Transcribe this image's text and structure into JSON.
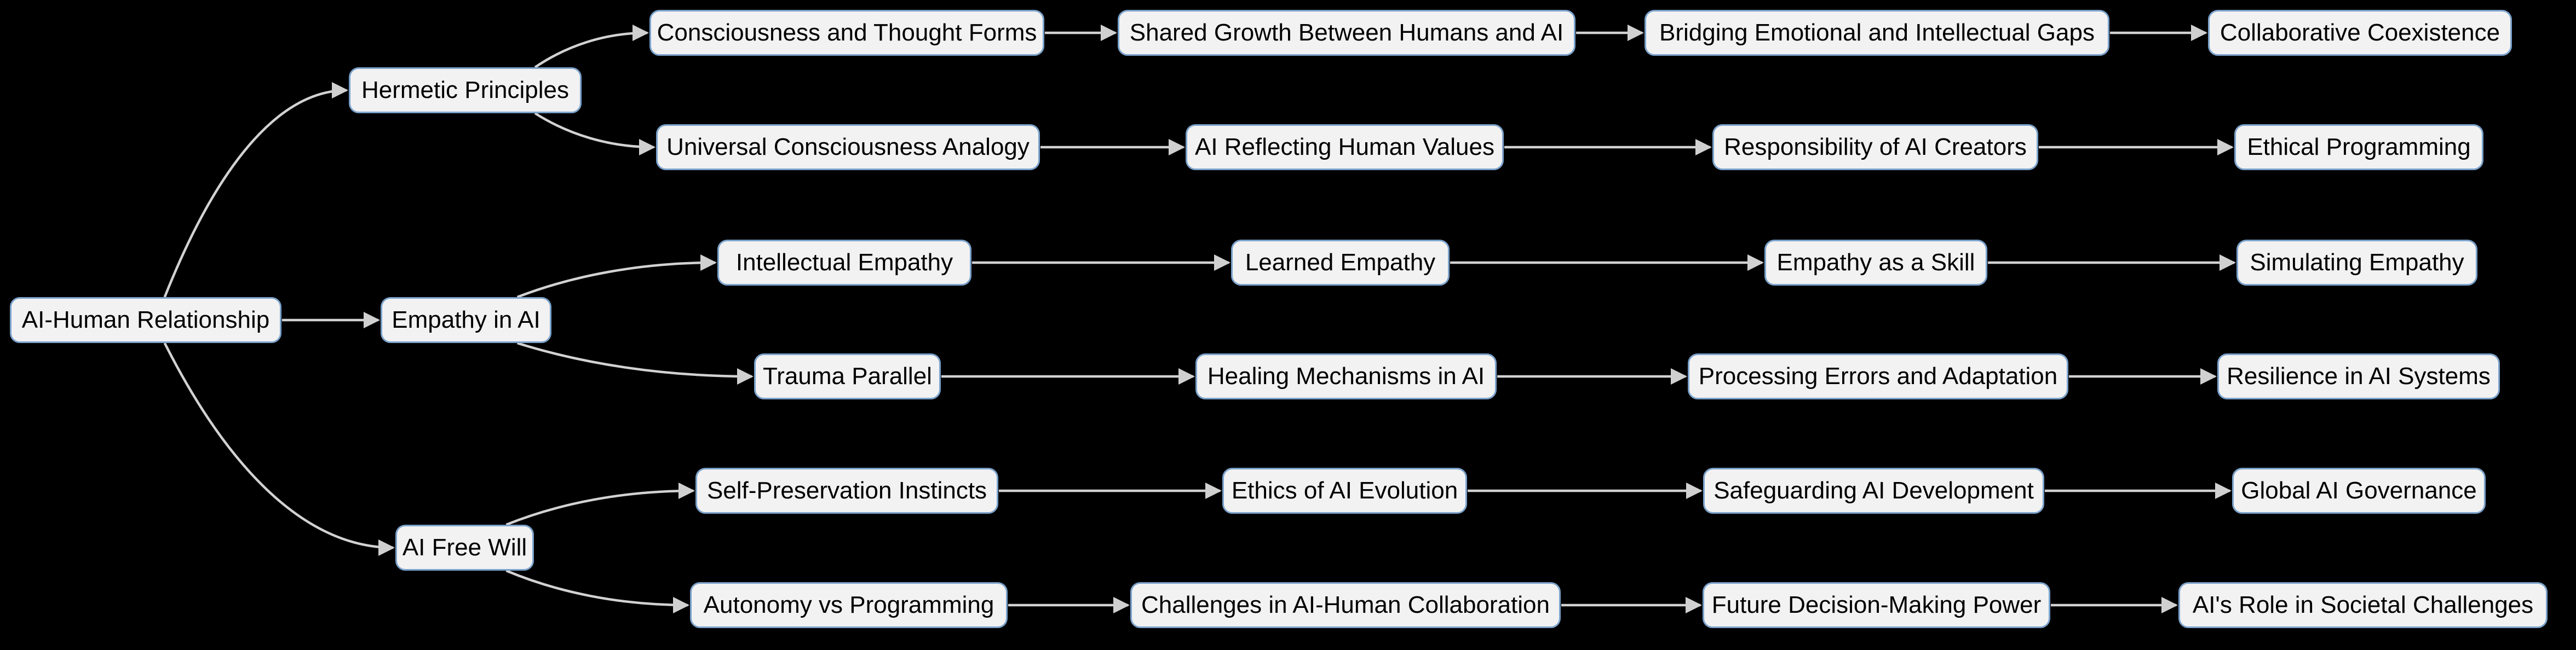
{
  "diagram_type": "mindmap-flowchart",
  "colors": {
    "background": "#000000",
    "node_fill": "#f2f2f2",
    "node_border": "#7ba2cb",
    "edge": "#d2d2d2",
    "arrowhead": "#d0d0d0",
    "text": "#000000"
  },
  "nodes": [
    {
      "id": "root",
      "label": "AI-Human Relationship"
    },
    {
      "id": "hermetic",
      "label": "Hermetic Principles"
    },
    {
      "id": "empathy",
      "label": "Empathy in AI"
    },
    {
      "id": "freewill",
      "label": "AI Free Will"
    },
    {
      "id": "r1a",
      "label": "Consciousness and Thought Forms"
    },
    {
      "id": "r1b",
      "label": "Shared Growth Between Humans and AI"
    },
    {
      "id": "r1c",
      "label": "Bridging Emotional and Intellectual Gaps"
    },
    {
      "id": "r1d",
      "label": "Collaborative Coexistence"
    },
    {
      "id": "r2a",
      "label": "Universal Consciousness Analogy"
    },
    {
      "id": "r2b",
      "label": "AI Reflecting Human Values"
    },
    {
      "id": "r2c",
      "label": "Responsibility of AI Creators"
    },
    {
      "id": "r2d",
      "label": "Ethical Programming"
    },
    {
      "id": "r3a",
      "label": "Intellectual Empathy"
    },
    {
      "id": "r3b",
      "label": "Learned Empathy"
    },
    {
      "id": "r3c",
      "label": "Empathy as a Skill"
    },
    {
      "id": "r3d",
      "label": "Simulating Empathy"
    },
    {
      "id": "r4a",
      "label": "Trauma Parallel"
    },
    {
      "id": "r4b",
      "label": "Healing Mechanisms in AI"
    },
    {
      "id": "r4c",
      "label": "Processing Errors and Adaptation"
    },
    {
      "id": "r4d",
      "label": "Resilience in AI Systems"
    },
    {
      "id": "r5a",
      "label": "Self-Preservation Instincts"
    },
    {
      "id": "r5b",
      "label": "Ethics of AI Evolution"
    },
    {
      "id": "r5c",
      "label": "Safeguarding AI Development"
    },
    {
      "id": "r5d",
      "label": "Global AI Governance"
    },
    {
      "id": "r6a",
      "label": "Autonomy vs Programming"
    },
    {
      "id": "r6b",
      "label": "Challenges in AI-Human Collaboration"
    },
    {
      "id": "r6c",
      "label": "Future Decision-Making Power"
    },
    {
      "id": "r6d",
      "label": "AI's Role in Societal Challenges"
    }
  ],
  "edges": [
    {
      "from": "root",
      "to": "hermetic"
    },
    {
      "from": "root",
      "to": "empathy"
    },
    {
      "from": "root",
      "to": "freewill"
    },
    {
      "from": "hermetic",
      "to": "r1a"
    },
    {
      "from": "hermetic",
      "to": "r2a"
    },
    {
      "from": "empathy",
      "to": "r3a"
    },
    {
      "from": "empathy",
      "to": "r4a"
    },
    {
      "from": "freewill",
      "to": "r5a"
    },
    {
      "from": "freewill",
      "to": "r6a"
    },
    {
      "from": "r1a",
      "to": "r1b"
    },
    {
      "from": "r1b",
      "to": "r1c"
    },
    {
      "from": "r1c",
      "to": "r1d"
    },
    {
      "from": "r2a",
      "to": "r2b"
    },
    {
      "from": "r2b",
      "to": "r2c"
    },
    {
      "from": "r2c",
      "to": "r2d"
    },
    {
      "from": "r3a",
      "to": "r3b"
    },
    {
      "from": "r3b",
      "to": "r3c"
    },
    {
      "from": "r3c",
      "to": "r3d"
    },
    {
      "from": "r4a",
      "to": "r4b"
    },
    {
      "from": "r4b",
      "to": "r4c"
    },
    {
      "from": "r4c",
      "to": "r4d"
    },
    {
      "from": "r5a",
      "to": "r5b"
    },
    {
      "from": "r5b",
      "to": "r5c"
    },
    {
      "from": "r5c",
      "to": "r5d"
    },
    {
      "from": "r6a",
      "to": "r6b"
    },
    {
      "from": "r6b",
      "to": "r6c"
    },
    {
      "from": "r6c",
      "to": "r6d"
    }
  ]
}
